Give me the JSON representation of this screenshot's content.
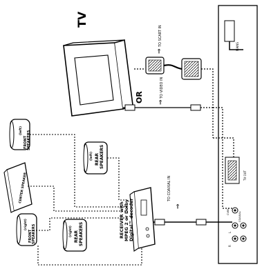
{
  "tv": {
    "label": "TV"
  },
  "device": {
    "port_label": "MAINS"
  },
  "connections": {
    "scart": "TO SCART IN",
    "or": "OR",
    "video": "TO VIDEO IN",
    "coaxial": "TO COAXIAL IN"
  },
  "receiver": {
    "line1": "RECEIVER with",
    "line2": "MPEG 2 or Dolby",
    "line3": "Digital™ decoder"
  },
  "speakers": {
    "front_left": {
      "side": "(left)",
      "name1": "FRONT",
      "name2": "SPEAKERS"
    },
    "center": {
      "name": "CENTER SPEAKER"
    },
    "front_right": {
      "side": "(right)",
      "name1": "FRONT",
      "name2": "SPEAKERS"
    },
    "rear_left": {
      "side": "(left)",
      "name1": "REAR",
      "name2": "SPEAKERS"
    },
    "rear_right": {
      "side": "(right)",
      "name1": "REAR",
      "name2": "SPEAKERS"
    }
  },
  "ports": {
    "coaxial": "COAXIAL",
    "scart": "TV OUT",
    "audio_l": "L",
    "audio_r": "R",
    "cvbs": "CVBS"
  }
}
